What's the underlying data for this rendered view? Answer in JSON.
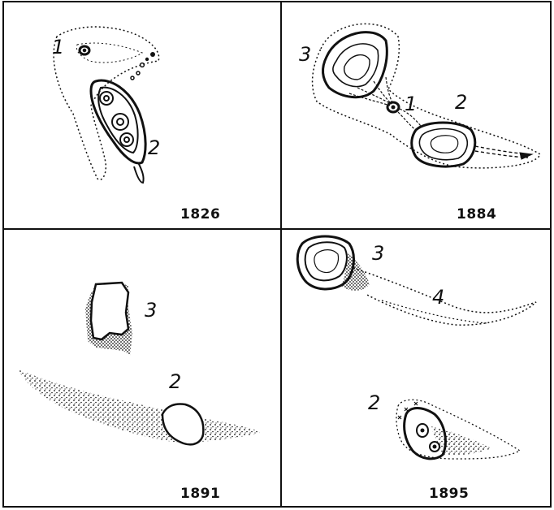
{
  "panels": [
    {
      "year": "1826",
      "labels": [
        "1",
        "2"
      ]
    },
    {
      "year": "1884",
      "labels": [
        "3",
        "1",
        "2"
      ]
    },
    {
      "year": "1891",
      "labels": [
        "3",
        "2"
      ]
    },
    {
      "year": "1895",
      "labels": [
        "3",
        "4",
        "2"
      ]
    }
  ],
  "colors": {
    "ink": "#111111",
    "background": "#ffffff"
  }
}
